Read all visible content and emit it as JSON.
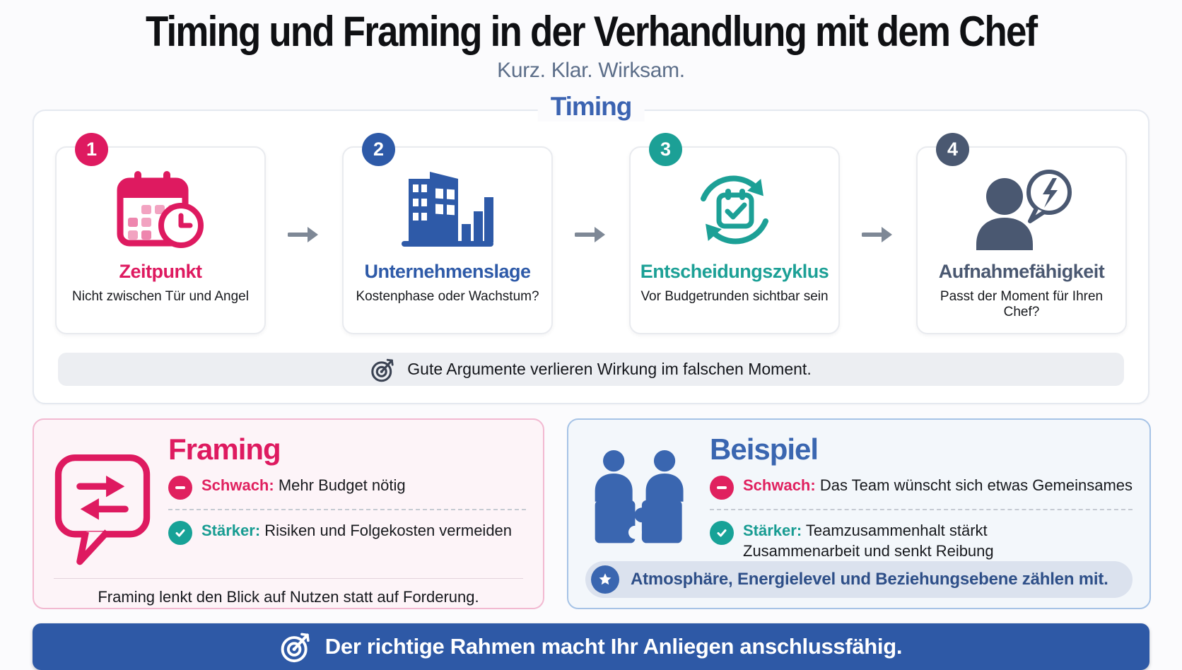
{
  "page": {
    "title": "Timing und Framing in der Verhandlung mit dem Chef",
    "subtitle": "Kurz. Klar. Wirksam."
  },
  "colors": {
    "pink": "#DE1A60",
    "blue": "#2E5AA8",
    "teal": "#1CA096",
    "slate": "#4A5871",
    "heading_blue": "#3A66B0",
    "banner_blue": "#2E59A6",
    "framing_bg": "#FDF4F8",
    "framing_border": "#F2B9D1",
    "beispiel_bg": "#F3F7FB",
    "beispiel_border": "#A6C3E6",
    "takeaway_bar_bg": "#ECEEF2",
    "note_bar_bg": "#DBE2EE",
    "note_text": "#2E4F88"
  },
  "timing": {
    "label": "Timing",
    "steps": [
      {
        "number": "1",
        "title": "Zeitpunkt",
        "text": "Nicht zwischen Tür und Angel",
        "color": "#DE1A60",
        "icon": "calendar-clock-icon"
      },
      {
        "number": "2",
        "title": "Unternehmenslage",
        "text": "Kostenphase oder Wachstum?",
        "color": "#2E5AA8",
        "icon": "building-chart-icon"
      },
      {
        "number": "3",
        "title": "Entscheidungszyklus",
        "text": "Vor Budgetrunden sichtbar sein",
        "color": "#1CA096",
        "icon": "calendar-cycle-icon"
      },
      {
        "number": "4",
        "title": "Aufnahmefähigkeit",
        "text": "Passt der Moment für Ihren Chef?",
        "color": "#4A5871",
        "icon": "person-speech-bolt-icon"
      }
    ],
    "takeaway": "Gute Argumente verlieren Wirkung im falschen Moment."
  },
  "framing": {
    "heading": "Framing",
    "weak_label": "Schwach:",
    "weak_text": "Mehr Budget nötig",
    "strong_label": "Stärker:",
    "strong_text": "Risiken und Folgekosten vermeiden",
    "footer": "Framing lenkt den Blick auf Nutzen statt auf Forderung."
  },
  "beispiel": {
    "heading": "Beispiel",
    "weak_label": "Schwach:",
    "weak_text": "Das Team wünscht sich etwas Gemeinsames",
    "strong_label": "Stärker:",
    "strong_text": "Teamzusammenhalt stärkt Zusammenarbeit und senkt Reibung",
    "note": "Atmosphäre, Energielevel und Beziehungsebene zählen mit."
  },
  "banner": {
    "text": "Der richtige Rahmen macht Ihr Anliegen anschlussfähig."
  }
}
